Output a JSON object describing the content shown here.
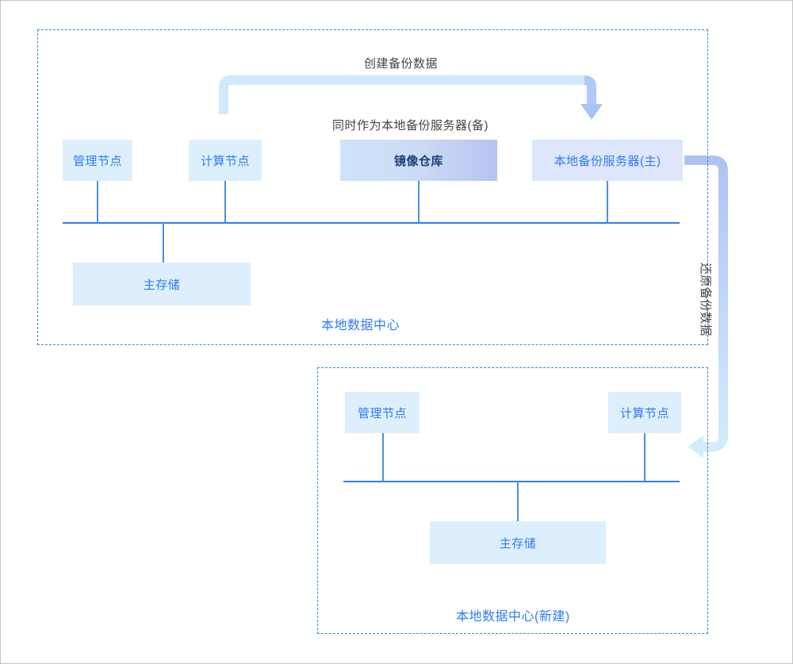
{
  "diagram": {
    "title_top_zone": "本地数据中心",
    "title_bottom_zone": "本地数据中心(新建)",
    "annotations": {
      "create_backup": "创建备份数据",
      "dual_role": "同时作为本地备份服务器(备)",
      "restore_backup": "还原备份数据"
    },
    "top_zone": {
      "nodes": [
        {
          "id": "mgmt",
          "label": "管理节点"
        },
        {
          "id": "compute",
          "label": "计算节点"
        },
        {
          "id": "registry",
          "label": "镜像仓库"
        },
        {
          "id": "backup_main",
          "label": "本地备份服务器(主)"
        },
        {
          "id": "storage",
          "label": "主存储"
        }
      ]
    },
    "bottom_zone": {
      "nodes": [
        {
          "id": "mgmt",
          "label": "管理节点"
        },
        {
          "id": "compute",
          "label": "计算节点"
        },
        {
          "id": "storage",
          "label": "主存储"
        }
      ]
    },
    "colors": {
      "node_fill": "#ddeffc",
      "node_fill_lavender": "#dde6fb",
      "node_text": "#2e7bf6",
      "gradient_start": "#cde4f8",
      "gradient_end": "#b6c3f0",
      "zone_border": "#3c85e8",
      "bus_line": "#2e7bf6",
      "annotation_text": "#444444",
      "arrow_backup": "#cfeafd",
      "arrow_backup_head": "#a8c4f5",
      "arrow_restore_start": "#aec3f2",
      "arrow_restore_end": "#d2ecfb",
      "page_border": "#c4c4c4"
    }
  }
}
